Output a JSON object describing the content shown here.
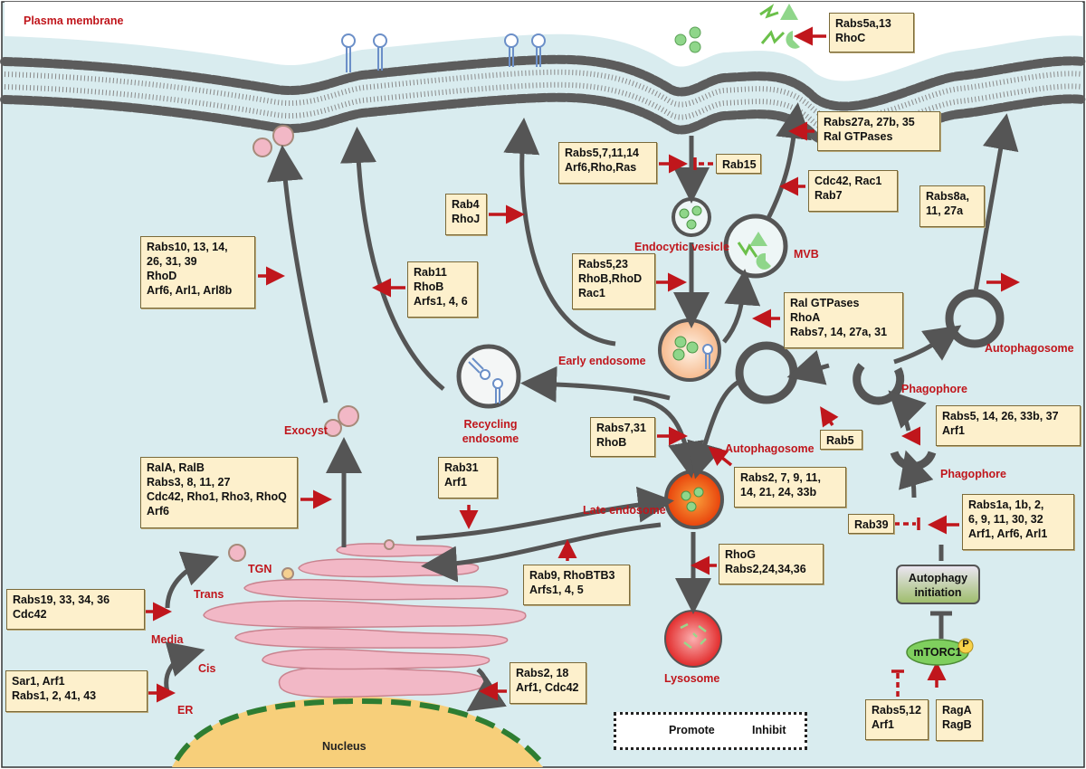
{
  "regions": {
    "plasma_membrane": "Plasma membrane",
    "nucleus": "Nucleus",
    "er": "ER",
    "cis": "Cis",
    "media": "Media",
    "trans": "Trans",
    "tgn": "TGN"
  },
  "compartments": {
    "exocyst": "Exocyst",
    "recycling_endosome": "Recycling\nendosome",
    "early_endosome": "Early endosome",
    "endocytic_vesicle": "Endocytic vesicle",
    "mvb": "MVB",
    "late_endosome": "Late endosome",
    "lysosome": "Lysosome",
    "autophagosome_left": "Autophagosome",
    "autophagosome_right": "Autophagosome",
    "phagophore_upper": "Phagophore",
    "phagophore_lower": "Phagophore"
  },
  "signaling": {
    "autophagy_initiation": "Autophagy\ninitiation",
    "mtorc1": "mTORC1",
    "phospho": "P"
  },
  "regulator_boxes": {
    "rabs5a_13": "Rabs5a,13\nRhoC",
    "rabs27a_35": "Rabs27a, 27b, 35\nRal GTPases",
    "rabs5_7_11_14": "Rabs5,7,11,14\nArf6,Rho,Ras",
    "rab15": "Rab15",
    "cdc42_rac1": "Cdc42, Rac1\nRab7",
    "rab4": "Rab4\nRhoJ",
    "rabs8a": "Rabs8a,\n11, 27a",
    "rabs10": "Rabs10, 13, 14,\n26, 31, 39\nRhoD\nArf6, Arl1, Arl8b",
    "rab11": "Rab11\nRhoB\nArfs1, 4, 6",
    "rabs5_23": "Rabs5,23\nRhoB,RhoD\nRac1",
    "ral_gtpases": "Ral GTPases\nRhoA\nRabs7, 14, 27a, 31",
    "rabs7_31": "Rabs7,31\nRhoB",
    "rab5": "Rab5",
    "rabs5_14_26": "Rabs5, 14, 26, 33b, 37\nArf1",
    "rala_ralb": "RalA, RalB\nRabs3, 8, 11, 27\nCdc42, Rho1, Rho3, RhoQ\nArf6",
    "rab31_arf1": "Rab31\nArf1",
    "rabs2_7_9": "Rabs2, 7, 9, 11,\n14, 21, 24, 33b",
    "rabs1a": "Rabs1a, 1b, 2,\n6, 9, 11, 30, 32\nArf1, Arf6, Arl1",
    "rab39": "Rab39",
    "rab9": "Rab9, RhoBTB3\nArfs1, 4, 5",
    "rhog": "RhoG\nRabs2,24,34,36",
    "rabs19": "Rabs19, 33, 34, 36\nCdc42",
    "sar1": "Sar1, Arf1\nRabs1, 2, 41, 43",
    "rabs2_18": "Rabs2, 18\nArf1, Cdc42",
    "rabs5_12": "Rabs5,12\nArf1",
    "raga": "RagA\nRagB"
  },
  "legend": {
    "promote": "Promote",
    "inhibit": "Inhibit"
  },
  "colors": {
    "cytoplasm": "#d9ecef",
    "membrane_head": "#5c5c5c",
    "arrow_gray": "#555555",
    "arrow_red": "#c0161c",
    "box_fill": "#fdf0cc",
    "golgi": "#f2b8c6",
    "nucleus": "#f7cf7a",
    "late_endosome": "#f2600f",
    "lysosome": "#ee3a3a",
    "cargo_green": "#8fd68a"
  }
}
